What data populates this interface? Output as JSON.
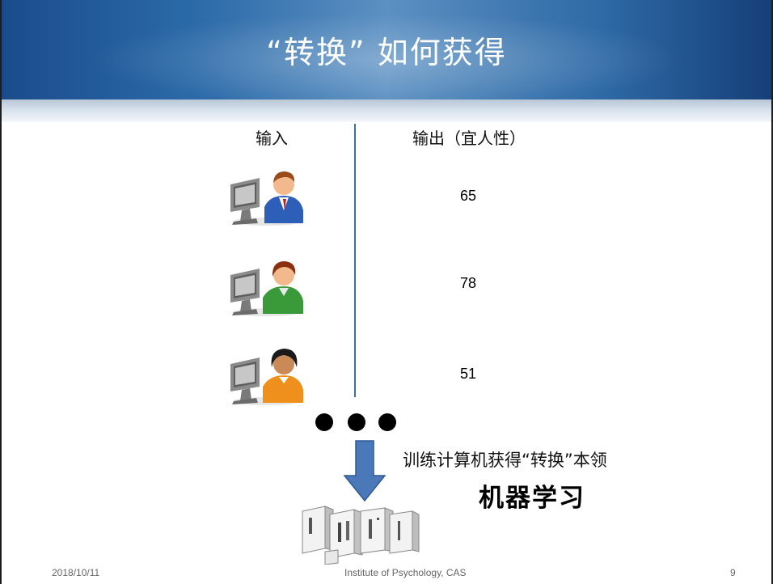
{
  "title": "“转换” 如何获得",
  "columns": {
    "input": "输入",
    "output": "输出（宜人性）"
  },
  "rows": [
    {
      "icon": "user-male-blue-icon",
      "value": "65"
    },
    {
      "icon": "user-female-green-icon",
      "value": "78"
    },
    {
      "icon": "user-female-orange-icon",
      "value": "51"
    }
  ],
  "training_text": "训练计算机获得“转换”本领",
  "ml_label": "机器学习",
  "footer": {
    "date": "2018/10/11",
    "institution": "Institute of Psychology, CAS",
    "page": "9"
  },
  "colors": {
    "header_dark": "#1a4c8c",
    "header_light": "#5b90c2",
    "divider": "#3d6e9e",
    "arrow": "#4a78b8"
  }
}
